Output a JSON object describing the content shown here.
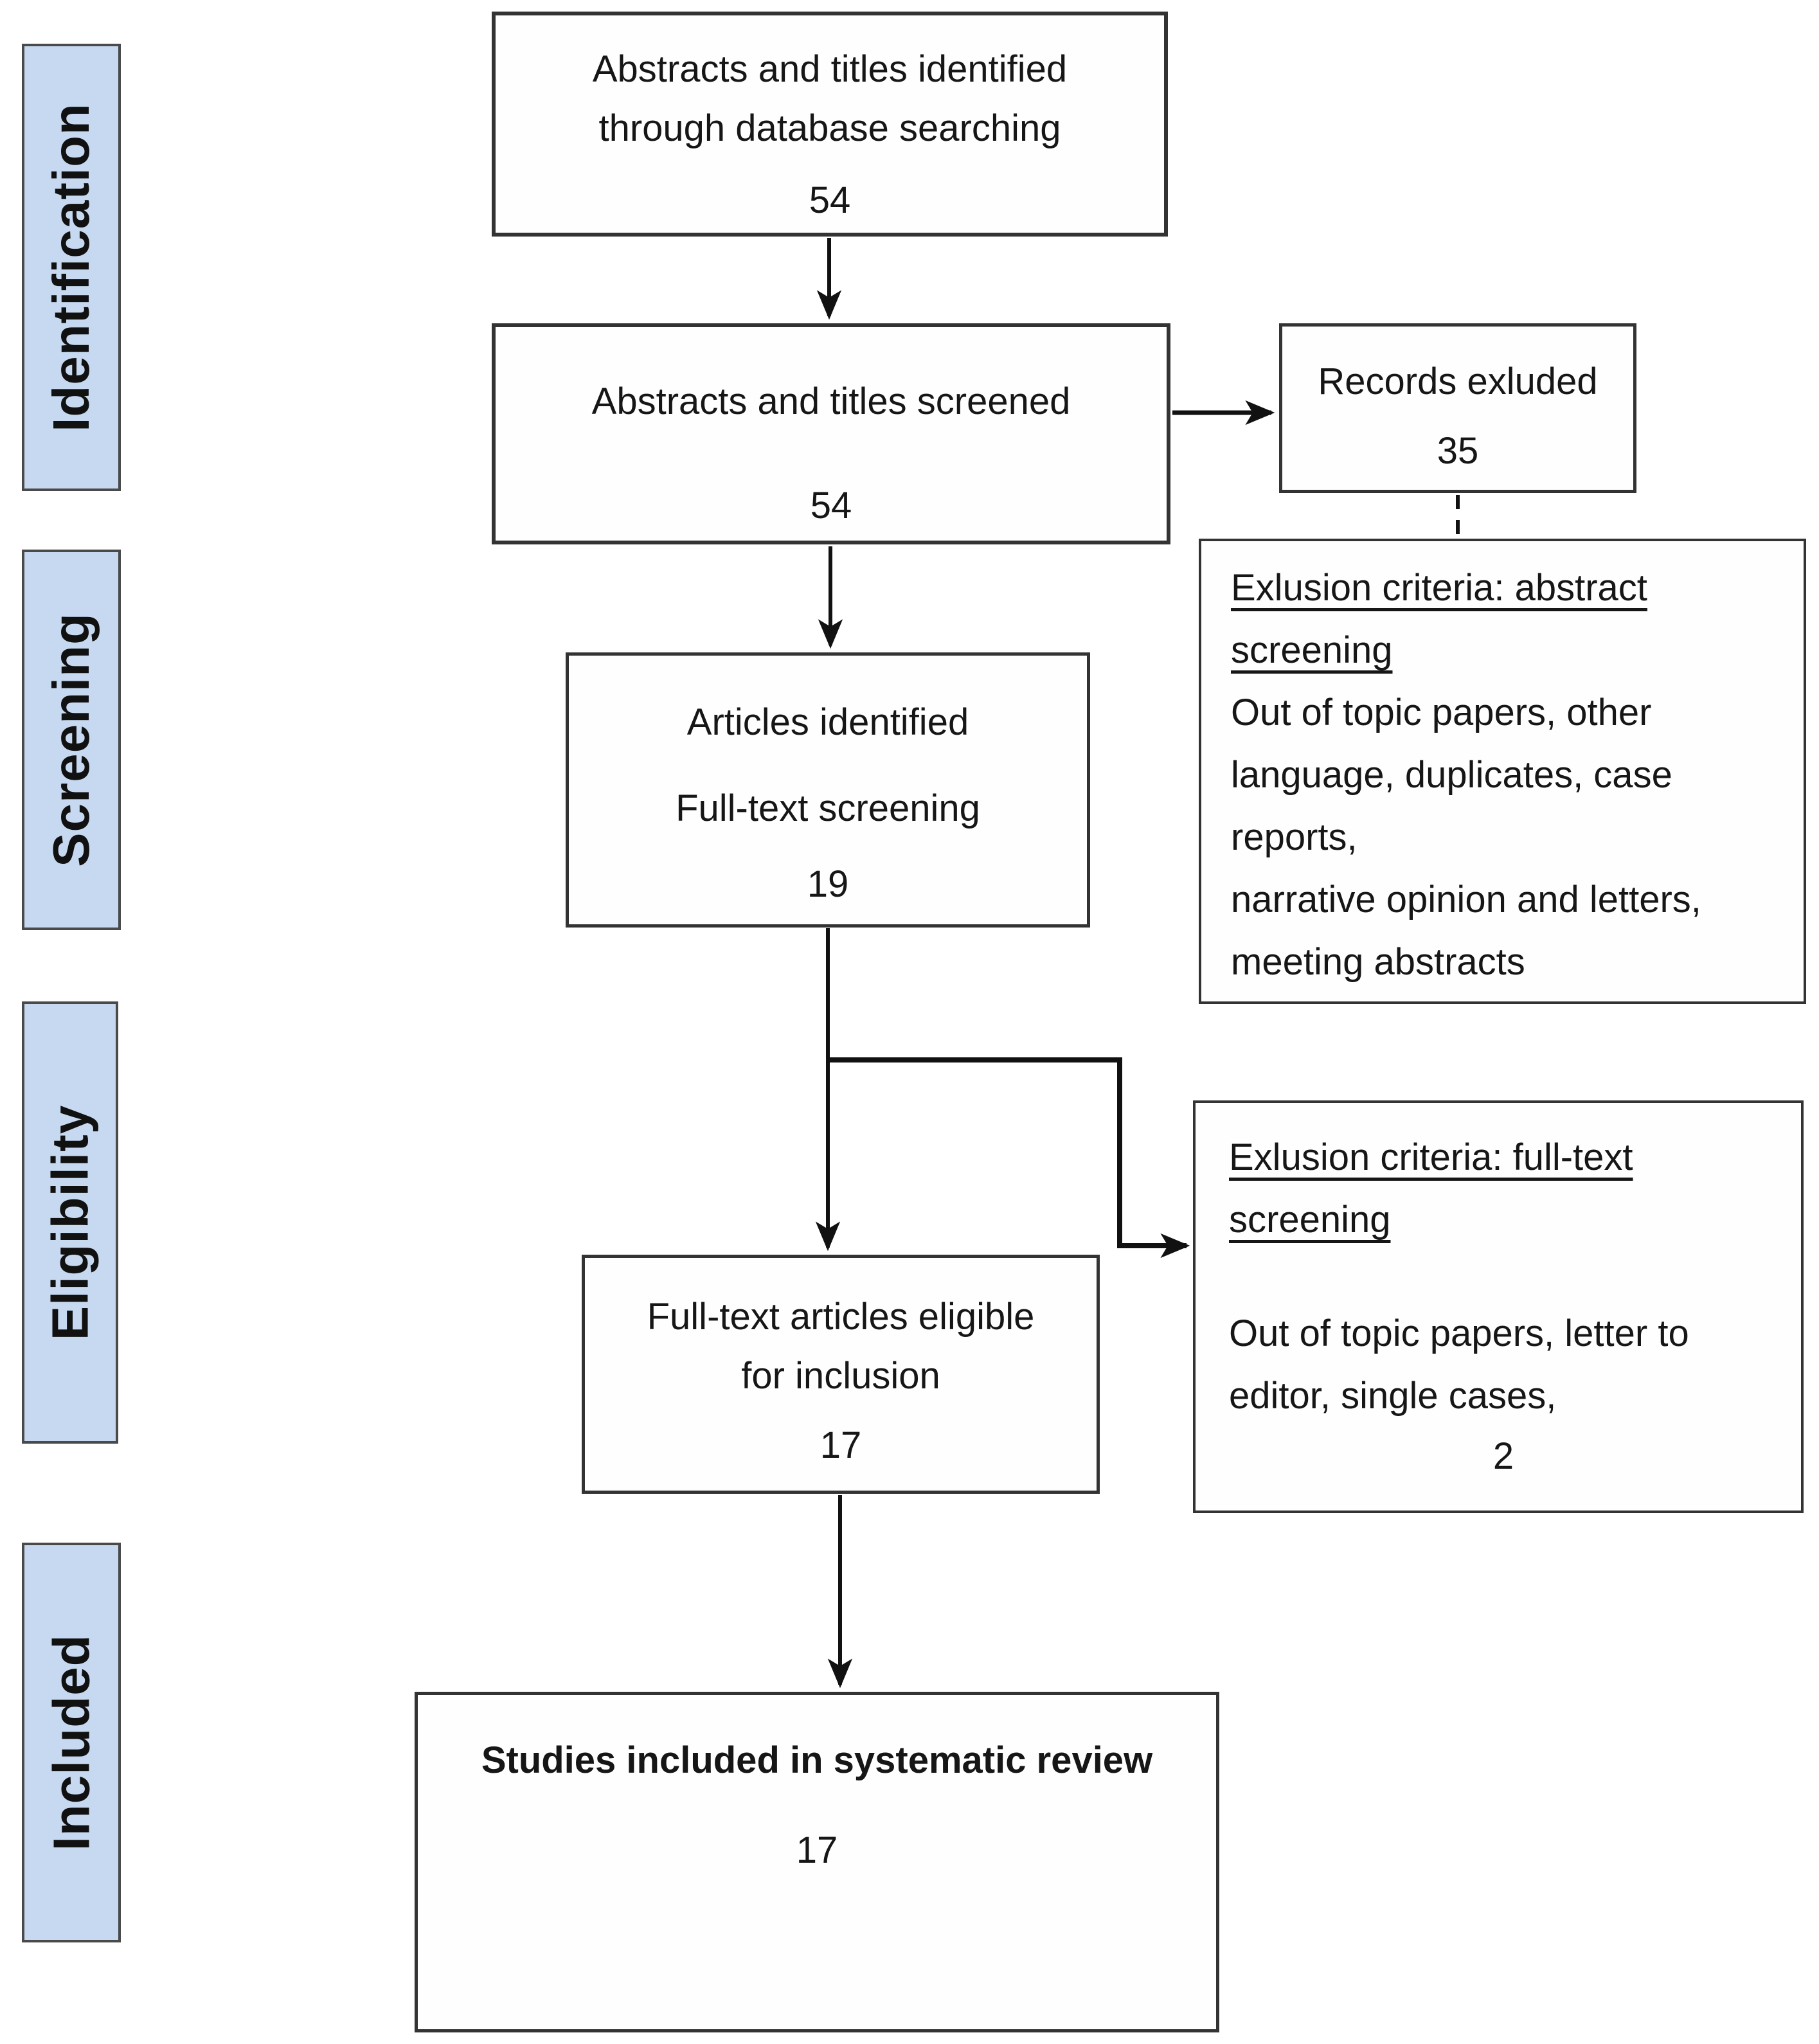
{
  "diagram": {
    "sidebar": {
      "identification": "Identification",
      "screening": "Screening",
      "eligibility": "Eligibility",
      "included": "Included"
    },
    "boxes": {
      "identified": {
        "lines": [
          "Abstracts and titles identified",
          "through database searching"
        ],
        "count": "54"
      },
      "screened": {
        "lines": [
          "Abstracts and titles screened"
        ],
        "count": "54"
      },
      "records_excluded": {
        "lines": [
          "Records exluded"
        ],
        "count": "35"
      },
      "exclusion_abstract": {
        "heading_lines": [
          "Exlusion criteria: abstract",
          "screening"
        ],
        "body_lines": [
          "Out of topic papers, other",
          "language, duplicates, case",
          "reports,",
          "narrative opinion and letters,",
          "meeting abstracts"
        ]
      },
      "articles_identified": {
        "lines": [
          "Articles identified",
          "Full-text screening"
        ],
        "count": "19"
      },
      "exclusion_fulltext": {
        "heading_lines": [
          "Exlusion criteria: full-text",
          "screening"
        ],
        "body_lines": [
          "Out of topic papers, letter to",
          "editor, single cases,"
        ],
        "count": "2"
      },
      "eligible": {
        "lines": [
          "Full-text articles eligible",
          "for inclusion"
        ],
        "count": "17"
      },
      "included_review": {
        "lines": [
          "Studies included in systematic review"
        ],
        "count": "17"
      }
    },
    "colors": {
      "sidebar_fill": "#c6d9f0",
      "sidebar_border": "#4a4a4a",
      "box_border": "#333333",
      "connector": "#111111",
      "text": "#161616",
      "background": "#ffffff"
    }
  }
}
